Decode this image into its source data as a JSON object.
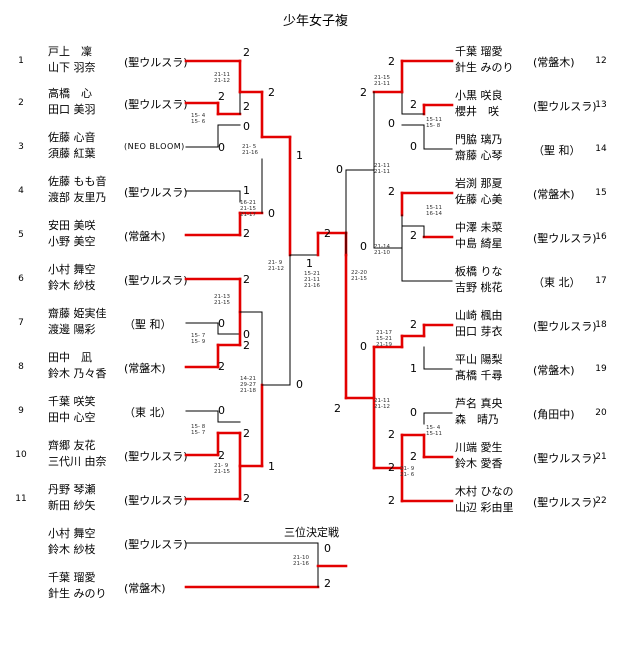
{
  "title": "少年女子複",
  "third_place_title": "三位決定戦",
  "left_entries": [
    {
      "seed": "1",
      "p1": "戸上　凜",
      "p2": "山下 羽奈",
      "club": "(聖ウルスラ)"
    },
    {
      "seed": "2",
      "p1": "高橋　心",
      "p2": "田口 美羽",
      "club": "(聖ウルスラ)"
    },
    {
      "seed": "3",
      "p1": "佐藤 心音",
      "p2": "須藤 紅葉",
      "club": "(NEO BLOOM)"
    },
    {
      "seed": "4",
      "p1": "佐藤 もも音",
      "p2": "渡部 友里乃",
      "club": "(聖ウルスラ)"
    },
    {
      "seed": "5",
      "p1": "安田 美咲",
      "p2": "小野 美空",
      "club": "(常盤木)"
    },
    {
      "seed": "6",
      "p1": "小村 舞空",
      "p2": "鈴木 紗枝",
      "club": "(聖ウルスラ)"
    },
    {
      "seed": "7",
      "p1": "齋藤 姫実佳",
      "p2": "渡邊 陽彩",
      "club": "（聖 和）"
    },
    {
      "seed": "8",
      "p1": "田中　凪",
      "p2": "鈴木 乃々香",
      "club": "(常盤木)"
    },
    {
      "seed": "9",
      "p1": "千葉 咲笑",
      "p2": "田中 心空",
      "club": "（東 北）"
    },
    {
      "seed": "10",
      "p1": "齊郷 友花",
      "p2": "三代川 由奈",
      "club": "(聖ウルスラ)"
    },
    {
      "seed": "11",
      "p1": "丹野 琴瀬",
      "p2": "新田 紗矢",
      "club": "(聖ウルスラ)"
    }
  ],
  "right_entries": [
    {
      "seed": "12",
      "p1": "千葉 瑠愛",
      "p2": "針生 みのり",
      "club": "(常盤木)"
    },
    {
      "seed": "13",
      "p1": "小黒 咲良",
      "p2": "櫻井　咲",
      "club": "(聖ウルスラ)"
    },
    {
      "seed": "14",
      "p1": "門脇 璃乃",
      "p2": "齋藤 心琴",
      "club": "（聖 和）"
    },
    {
      "seed": "15",
      "p1": "岩渕 那夏",
      "p2": "佐藤 心美",
      "club": "(常盤木)"
    },
    {
      "seed": "16",
      "p1": "中澤 未菜",
      "p2": "中島 綺星",
      "club": "(聖ウルスラ)"
    },
    {
      "seed": "17",
      "p1": "板橋 りな",
      "p2": "吉野 桃花",
      "club": "（東 北）"
    },
    {
      "seed": "18",
      "p1": "山崎 楓由",
      "p2": "田口 芽衣",
      "club": "(聖ウルスラ)"
    },
    {
      "seed": "19",
      "p1": "平山 陽梨",
      "p2": "髙橋 千尋",
      "club": "(常盤木)"
    },
    {
      "seed": "20",
      "p1": "芦名 真央",
      "p2": "森　晴乃",
      "club": "(角田中)"
    },
    {
      "seed": "21",
      "p1": "川端 愛生",
      "p2": "鈴木 愛香",
      "club": "(聖ウルスラ)"
    },
    {
      "seed": "22",
      "p1": "木村 ひなの",
      "p2": "山辺 彩由里",
      "club": "(聖ウルスラ)"
    }
  ],
  "third_place_entries": [
    {
      "p1": "小村 舞空",
      "p2": "鈴木 紗枝",
      "club": "(聖ウルスラ)"
    },
    {
      "p1": "千葉 瑠愛",
      "p2": "針生 みのり",
      "club": "(常盤木)"
    }
  ],
  "results": {
    "L_e1": "2",
    "L_e2": "2",
    "L_e3": "0",
    "L_m23a": "2",
    "L_m23b": "0",
    "L_top": "2",
    "L_m4b": "0",
    "L_e4": "1",
    "L_e5": "2",
    "L_m45": "0",
    "L_semi1": "1",
    "L_e6": "2",
    "L_e7": "0",
    "L_e8": "2",
    "L_m78a": "0",
    "L_m78b": "2",
    "L_m68": "0",
    "L_e9": "0",
    "L_e10": "2",
    "L_m910a": "0",
    "L_m910b": "2",
    "L_e11": "2",
    "L_m911": "1",
    "L_bot": "2",
    "F_left": "1",
    "F_right": "2",
    "R_e12": "2",
    "R_e13": "2",
    "R_e14": "0",
    "R_m1314a": "0",
    "R_m1314b": "0",
    "R_top": "2",
    "R_top2": "0",
    "R_e15": "2",
    "R_e16": "2",
    "R_m1516": "0",
    "R_e17": "0",
    "R_m1517": "0",
    "R_e18": "2",
    "R_e19": "1",
    "R_m1819": "0",
    "R_mid": "2",
    "R_e20": "0",
    "R_e21": "2",
    "R_m2021": "2",
    "R_e22": "2",
    "R_m2022": "2",
    "T_top": "0",
    "T_bot": "2"
  },
  "scores": {
    "L_m12": "21-11\n21-12",
    "L_m23": "15- 4\n15- 6",
    "L_m14": "21- 5\n21-16",
    "L_m45": "16-21\n21-15\n21-17",
    "L_m68": "21-13\n21-15",
    "L_m78": "15- 7\n15- 9",
    "L_m1011": "15- 8\n15- 7",
    "L_m911": "21- 9\n21-15",
    "L_semi": "14-21\n29-27\n21-18",
    "L_q": "21- 9\n21-12",
    "F": "15-21\n21-11\n21-16",
    "R_m1214": "21-15\n21-11",
    "R_m1314": "15-11\n15- 8",
    "R_m1217": "21-11\n21-11",
    "R_m1516": "15-11\n16-14",
    "R_m1517": "21-14\n21-10",
    "R_semi": "22-20\n21-15",
    "R_m1819": "21-17\n15-21\n21-19",
    "R_m2021": "15- 4\n15-11",
    "R_m2022": "21- 9\n21- 6",
    "R_m1822": "21-11\n21-12",
    "T": "21-10\n21-16"
  }
}
